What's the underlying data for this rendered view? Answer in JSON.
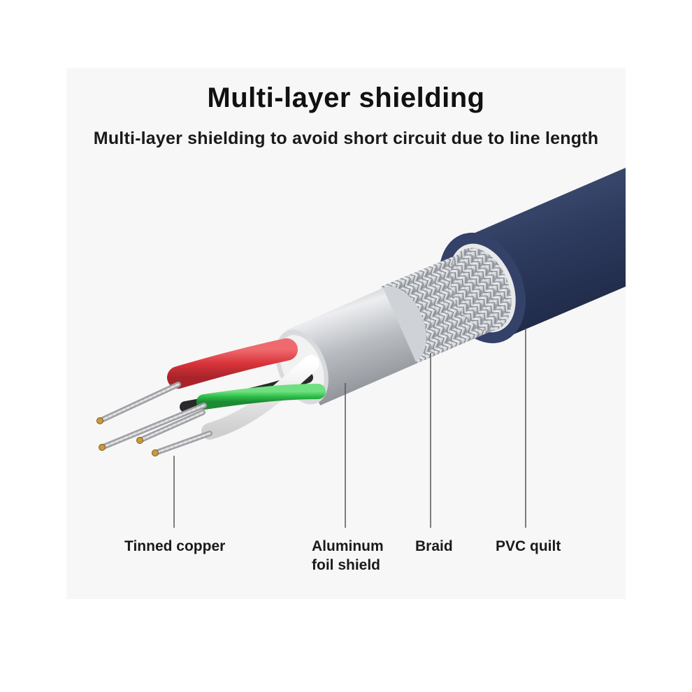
{
  "title": "Multi-layer shielding",
  "subtitle": "Multi-layer shielding to avoid short circuit due to line length",
  "labels": {
    "tinned_copper": "Tinned copper",
    "aluminum_line1": "Aluminum",
    "aluminum_line2": "foil shield",
    "braid": "Braid",
    "pvc": "PVC quilt"
  },
  "colors": {
    "jacket": "#2c3a5c",
    "braid": "#b8bcc2",
    "foil": "#c4c6ca",
    "wire_red": "#d93a3f",
    "wire_green": "#2fbf4a",
    "wire_white": "#ececec",
    "wire_black": "#2a2a2a",
    "copper": "#c89a3a"
  }
}
